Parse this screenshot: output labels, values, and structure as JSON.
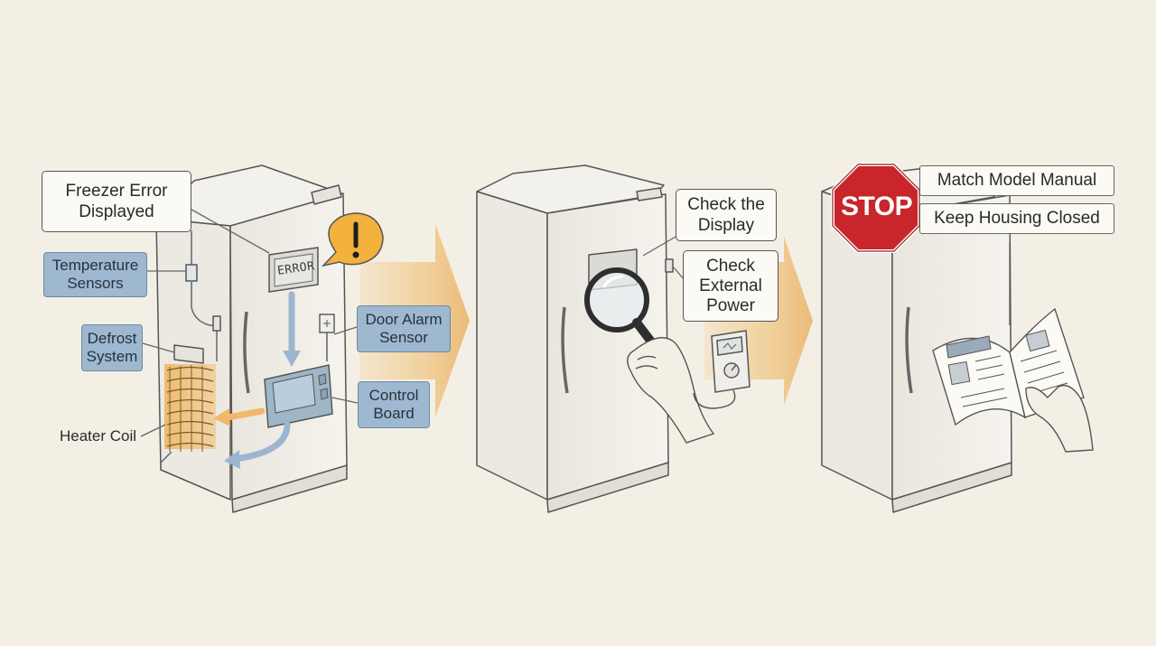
{
  "panels": [
    {
      "callout": "Freezer Error\nDisplayed",
      "screen_text": "ERROR",
      "labels": {
        "temperature_sensors": "Temperature\nSensors",
        "defrost_system": "Defrost\nSystem",
        "heater_coil": "Heater Coil",
        "door_alarm_sensor": "Door Alarm\nSensor",
        "control_board": "Control\nBoard"
      }
    },
    {
      "callouts": {
        "check_display": "Check the\nDisplay",
        "check_power": "Check\nExternal\nPower"
      }
    },
    {
      "stop_sign": "STOP",
      "notes": [
        "Match Model Manual",
        "Keep Housing Closed"
      ]
    }
  ],
  "colors": {
    "background": "#f4efe4",
    "label_blue": "#9db8cf",
    "arrow_orange": "#f0c98a",
    "stop_red": "#c8262b",
    "warning_orange": "#f3b23c"
  }
}
